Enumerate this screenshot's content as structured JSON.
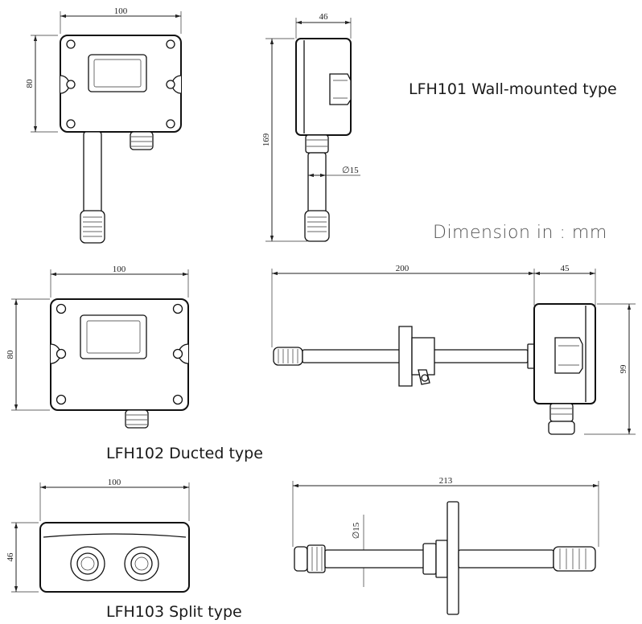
{
  "captions": {
    "wall": "LFH101 Wall-mounted type",
    "ducted": "LFH102 Ducted type",
    "split": "LFH103 Split type",
    "units": "Dimension in : mm"
  },
  "dims": {
    "wall_front_width": "100",
    "wall_front_height": "80",
    "wall_side_depth": "46",
    "wall_side_total_height": "169",
    "wall_probe_diameter": "∅15",
    "duct_front_width": "100",
    "duct_front_height": "80",
    "duct_probe_length": "200",
    "duct_box_depth": "45",
    "duct_side_height": "99",
    "split_width": "100",
    "split_height": "46",
    "split_probe_length": "213",
    "split_probe_diameter": "∅15"
  }
}
